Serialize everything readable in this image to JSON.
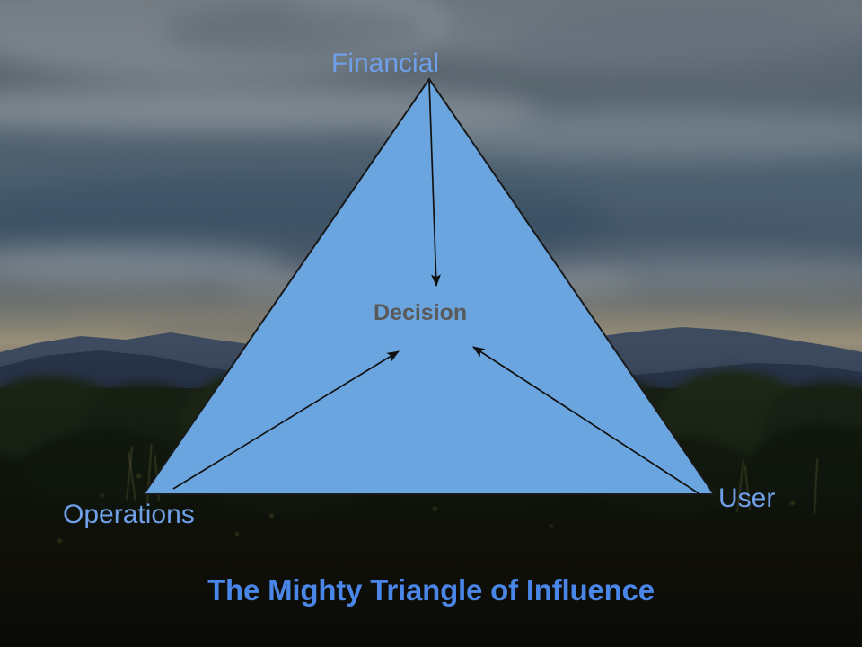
{
  "slide": {
    "title": "The Mighty Triangle of Influence",
    "title_color": "#4a86e8",
    "background": "mountain-landscape-photo"
  },
  "diagram": {
    "type": "triangle-influence",
    "shape_name": "triangle",
    "shape_fill_color": "#6aa5df",
    "shape_outline_color": "#1a1a1a",
    "center_label": "Decision",
    "center_label_color": "#5a5a5a",
    "vertices": [
      {
        "id": "financial",
        "label": "Financial",
        "position": "top",
        "color": "#6f9fe8"
      },
      {
        "id": "operations",
        "label": "Operations",
        "position": "bottom-left",
        "color": "#6f9fe8"
      },
      {
        "id": "user",
        "label": "User",
        "position": "bottom-right",
        "color": "#6f9fe8"
      }
    ],
    "arrows": [
      {
        "id": "financial-to-decision",
        "from": "financial",
        "to": "decision",
        "color": "#111111"
      },
      {
        "id": "operations-to-decision",
        "from": "operations",
        "to": "decision",
        "color": "#111111"
      },
      {
        "id": "user-to-decision",
        "from": "user",
        "to": "decision",
        "color": "#111111"
      }
    ]
  }
}
